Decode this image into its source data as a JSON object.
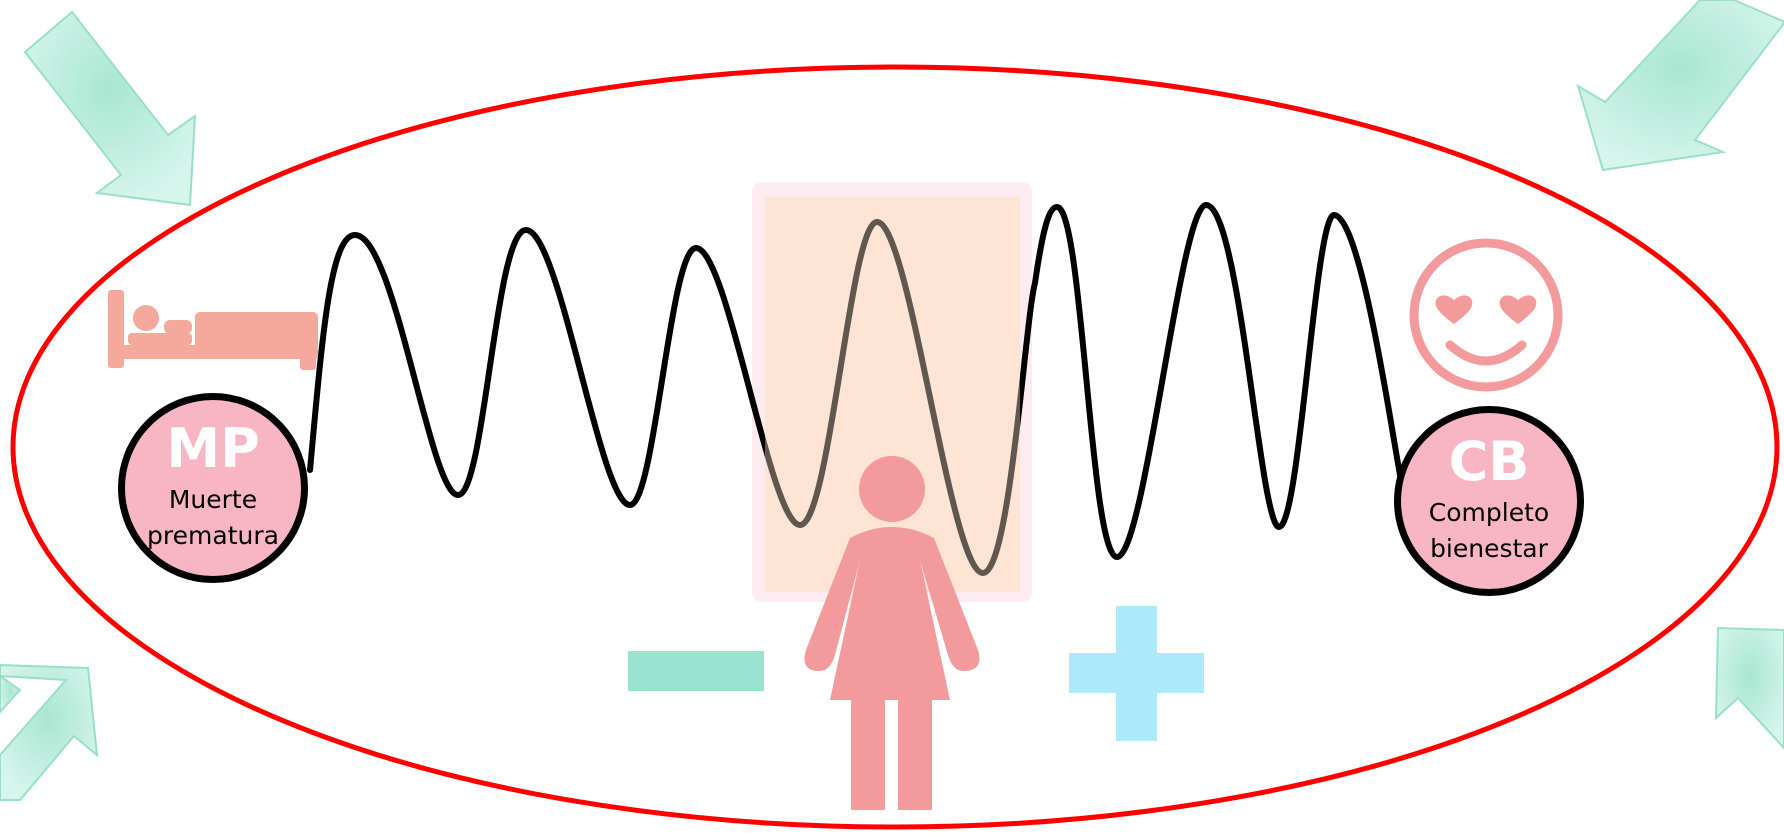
{
  "diagram": {
    "left_endpoint": {
      "abbr": "MP",
      "label": "Muerte\nprematura"
    },
    "right_endpoint": {
      "abbr": "CB",
      "label": "Completo\nbienestar"
    },
    "minus_symbol": "−",
    "plus_symbol": "+",
    "icons": [
      "bed-icon",
      "smiley-heart-eyes-icon",
      "woman-icon",
      "arrow-icon"
    ],
    "colors": {
      "ellipse_border": "#ff0000",
      "wave": "#000000",
      "endpoint_fill": "#f8b6c4",
      "highlight_band": "#fde4d4",
      "person": "#f29a9c",
      "minus": "#99e3d1",
      "plus": "#aee8fb",
      "arrows": "#b7ecdc",
      "bed": "#f5a99d",
      "smiley": "#f29a9c"
    }
  }
}
